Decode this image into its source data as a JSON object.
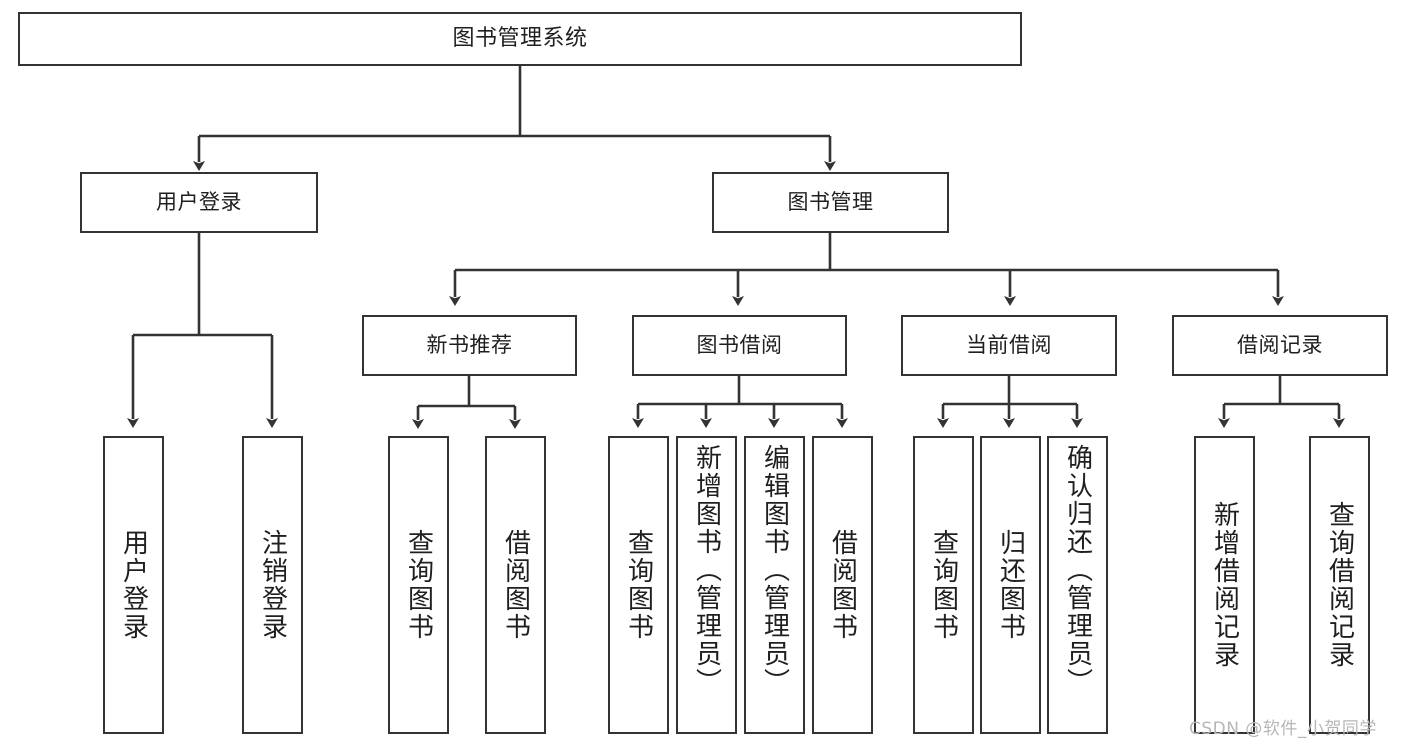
{
  "diagram": {
    "title": "图书管理系统",
    "type": "tree",
    "orientation": "top-down",
    "stroke_color": "#333333",
    "fill_color": "#ffffff",
    "text_color": "#1f1f1f",
    "root": {
      "label": "图书管理系统"
    },
    "level2": [
      {
        "label": "用户登录"
      },
      {
        "label": "图书管理"
      }
    ],
    "level3": [
      {
        "label": "新书推荐"
      },
      {
        "label": "图书借阅"
      },
      {
        "label": "当前借阅"
      },
      {
        "label": "借阅记录"
      }
    ],
    "leaves": {
      "user_login": [
        {
          "label": "用户登录"
        },
        {
          "label": "注销登录"
        }
      ],
      "new_book_recommend": [
        {
          "label": "查询图书"
        },
        {
          "label": "借阅图书"
        }
      ],
      "book_borrow": [
        {
          "label": "查询图书"
        },
        {
          "label": "新增图书（管理员）"
        },
        {
          "label": "编辑图书（管理员）"
        },
        {
          "label": "借阅图书"
        }
      ],
      "current_borrow": [
        {
          "label": "查询图书"
        },
        {
          "label": "归还图书"
        },
        {
          "label": "确认归还（管理员）"
        }
      ],
      "borrow_record": [
        {
          "label": "新增借阅记录"
        },
        {
          "label": "查询借阅记录"
        }
      ]
    }
  },
  "watermark": {
    "text": "CSDN @软件_小贺同学",
    "color": "#b7b7b7"
  }
}
